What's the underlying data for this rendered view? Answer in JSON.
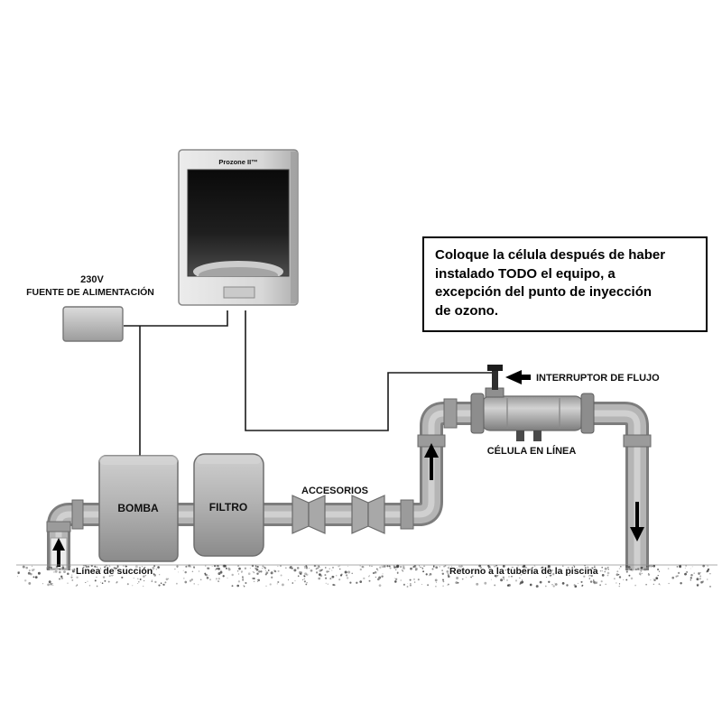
{
  "diagram": {
    "device_brand": "Prozone II™",
    "power_label_line1": "230V",
    "power_label_line2": "FUENTE DE ALIMENTACIÓN",
    "pump_label": "BOMBA",
    "filter_label": "FILTRO",
    "accessories_label": "ACCESORIOS",
    "flow_switch_label": "INTERRUPTOR DE FLUJO",
    "cell_label": "CÉLULA EN LÍNEA",
    "suction_label": "Línea de succión",
    "return_label": "Retorno a la tubería de la piscina"
  },
  "callout": {
    "lines": [
      "Coloque la célula después de haber",
      "instalado TODO el equipo, a",
      "excepción del punto de inyección",
      "de ozono."
    ]
  },
  "colors": {
    "pipe_gray": "#b5b5b5",
    "box_gray": "#a8a8a8",
    "screen_black": "#141414",
    "ground_speckle": "#3a3a3a",
    "text": "#111111"
  }
}
